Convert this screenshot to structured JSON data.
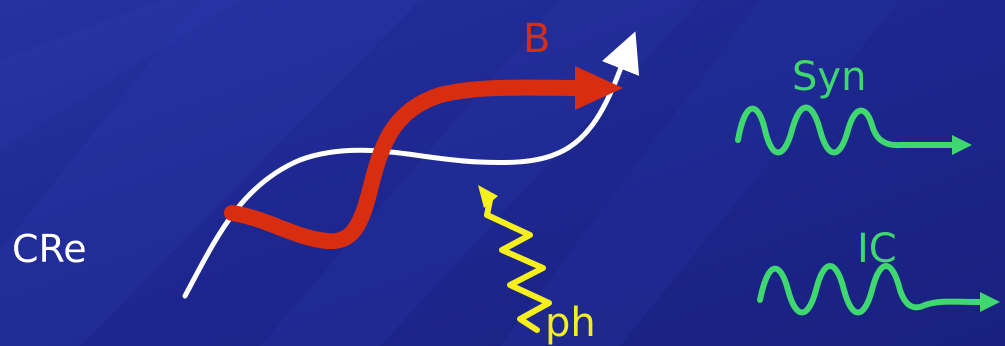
{
  "diagram": {
    "labels": {
      "cosmic_ray_electron": "CRe",
      "magnetic_field": "B",
      "photon": "ph",
      "synchrotron": "Syn",
      "inverse_compton": "IC"
    },
    "colors": {
      "background": "#1f2a8a",
      "electron_path": "#ffffff",
      "magnetic_field": "#d82d0f",
      "photon": "#f5ef1e",
      "emission": "#3fd76f",
      "text_white": "#ffffff"
    }
  }
}
